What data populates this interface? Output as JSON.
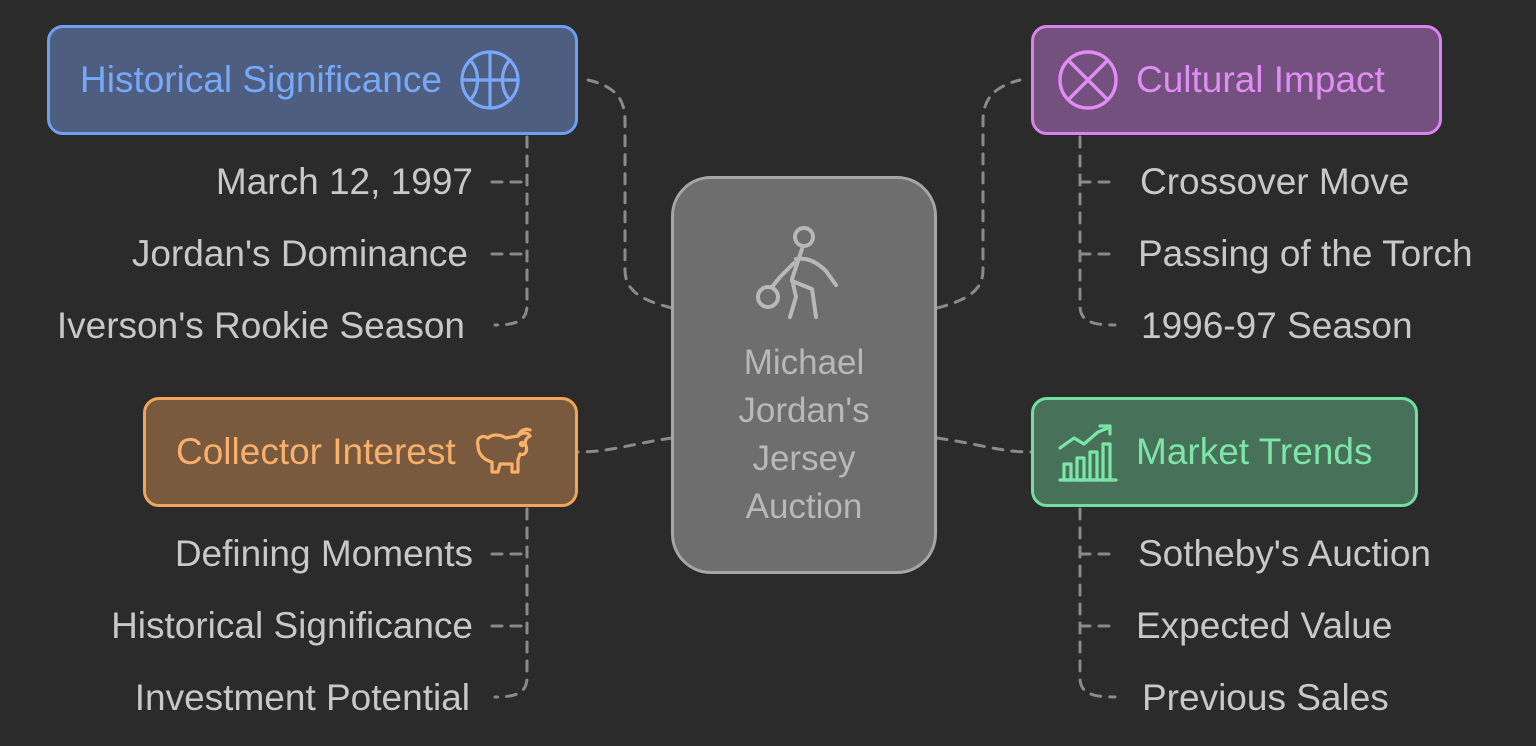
{
  "center": {
    "title": "Michael Jordan's Jersey Auction",
    "icon": "basketball-player-icon",
    "color": "#6e6e6e"
  },
  "branches": {
    "historical": {
      "label": "Historical Significance",
      "icon": "basketball-icon",
      "color": "#6fa0f0",
      "items": [
        "March 12, 1997",
        "Jordan's Dominance",
        "Iverson's Rookie Season"
      ]
    },
    "collector": {
      "label": "Collector Interest",
      "icon": "bull-icon",
      "color": "#f0a55a",
      "items": [
        "Defining Moments",
        "Historical Significance",
        "Investment Potential"
      ]
    },
    "cultural": {
      "label": "Cultural Impact",
      "icon": "circle-x-icon",
      "color": "#d884ee",
      "items": [
        "Crossover Move",
        "Passing of the Torch",
        "1996-97 Season"
      ]
    },
    "market": {
      "label": "Market Trends",
      "icon": "chart-trend-icon",
      "color": "#70dfa0",
      "items": [
        "Sotheby's Auction",
        "Expected Value",
        "Previous Sales"
      ]
    }
  }
}
